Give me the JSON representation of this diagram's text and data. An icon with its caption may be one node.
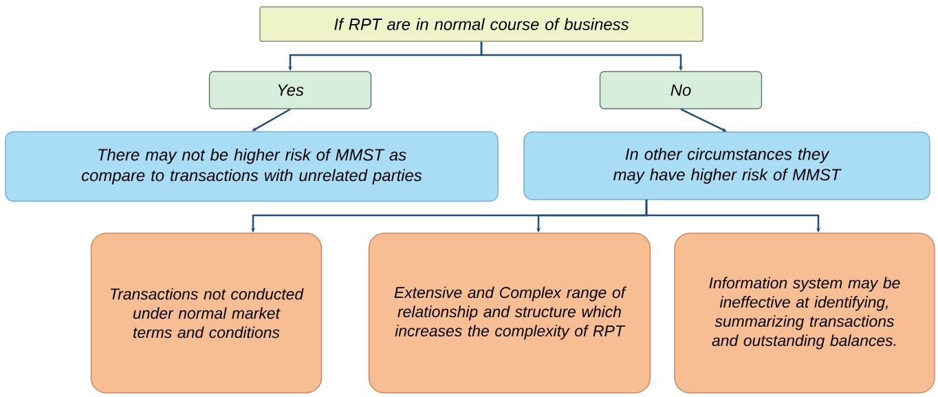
{
  "diagram": {
    "nodes": [
      {
        "text": [
          "If RPT are in normal course of business"
        ]
      },
      {
        "text": [
          "Yes"
        ]
      },
      {
        "text": [
          "No"
        ]
      },
      {
        "text": [
          "There may not be higher risk of MMST as compare to transactions with unrelated parties"
        ]
      },
      {
        "text": [
          "In other circumstances they may have higher risk of MMST"
        ]
      },
      {
        "text": [
          "Transactions not conducted under normal market terms and conditions"
        ]
      },
      {
        "text": [
          "Extensive and Complex range of relationship and structure which increases the complexity of RPT"
        ]
      },
      {
        "text": [
          "Information system may be ineffective at identifying, summarizing transactions and outstanding balances."
        ]
      }
    ],
    "edges": [
      {
        "from": 0,
        "to": 1,
        "arrow": "to"
      },
      {
        "from": 0,
        "to": 2,
        "arrow": "to"
      },
      {
        "from": 1,
        "to": 3,
        "arrow": "to"
      },
      {
        "from": 2,
        "to": 4,
        "arrow": "to"
      },
      {
        "from": 4,
        "to": 5,
        "arrow": "to"
      },
      {
        "from": 4,
        "to": 6,
        "arrow": "to"
      },
      {
        "from": 4,
        "to": 7,
        "arrow": "to"
      }
    ]
  }
}
